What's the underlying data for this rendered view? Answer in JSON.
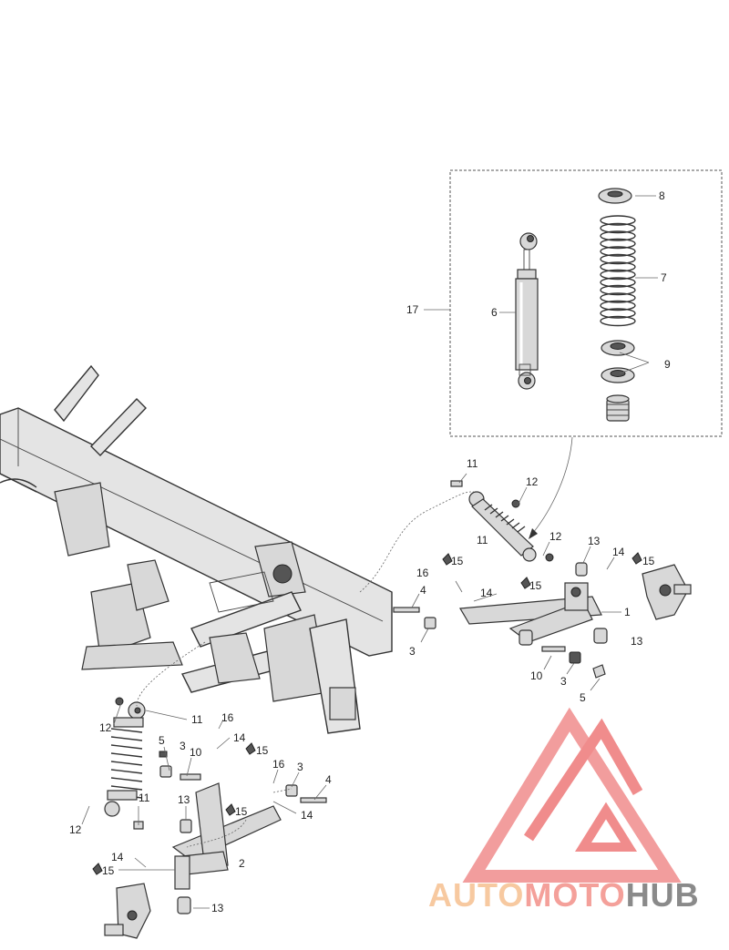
{
  "callouts": {
    "c1": "1",
    "c2": "2",
    "c3a": "3",
    "c3b": "3",
    "c3c": "3",
    "c3d": "3",
    "c4a": "4",
    "c4b": "4",
    "c5a": "5",
    "c5b": "5",
    "c6": "6",
    "c7": "7",
    "c8": "8",
    "c9": "9",
    "c10a": "10",
    "c10b": "10",
    "c11a": "11",
    "c11b": "11",
    "c11c": "11",
    "c11d": "11",
    "c12a": "12",
    "c12b": "12",
    "c12c": "12",
    "c12d": "12",
    "c13a": "13",
    "c13b": "13",
    "c13c": "13",
    "c13d": "13",
    "c14a": "14",
    "c14b": "14",
    "c14c": "14",
    "c14d": "14",
    "c14e": "14",
    "c15a": "15",
    "c15b": "15",
    "c15c": "15",
    "c15d": "15",
    "c15e": "15",
    "c15f": "15",
    "c16a": "16",
    "c16b": "16",
    "c16c": "16",
    "c17": "17"
  },
  "watermark": {
    "word_a": "AUTO",
    "word_b": "MOTO",
    "word_c": "HUB",
    "color_a": "#f7c9a0",
    "color_b": "#f4a09a",
    "color_c": "#8a8a8a",
    "logo_color": "#f08c8c"
  }
}
